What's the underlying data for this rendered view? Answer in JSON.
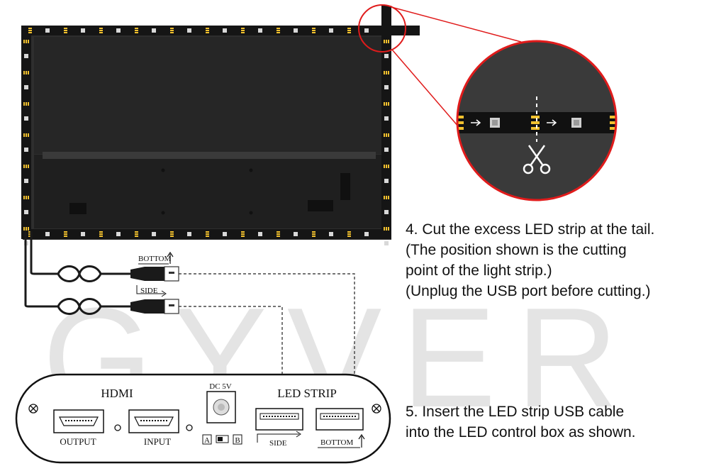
{
  "watermark": "GYVER",
  "labels": {
    "bottom": "BOTTOM",
    "side": "SIDE",
    "hdmi": "HDMI",
    "led_strip": "LED STRIP",
    "dc": "DC 5V",
    "output": "OUTPUT",
    "input": "INPUT",
    "port_side": "SIDE",
    "port_bottom": "BOTTOM",
    "switch_a": "A",
    "switch_b": "B"
  },
  "step4": {
    "line1": "4. Cut the excess LED strip at the tail.",
    "line2": "(The position shown is the cutting",
    "line3": "point of the light strip.)",
    "line4": "(Unplug the USB port before cutting.)"
  },
  "step5": {
    "line1": "5. Insert the LED strip USB cable",
    "line2": "into the LED control box as shown."
  },
  "colors": {
    "strip": "#151515",
    "tv_panel": "#2b2b2b",
    "solder_pad": "#f2c12e",
    "zoom_ring": "#e01b1b",
    "zoom_bg": "#3a3a3a"
  }
}
